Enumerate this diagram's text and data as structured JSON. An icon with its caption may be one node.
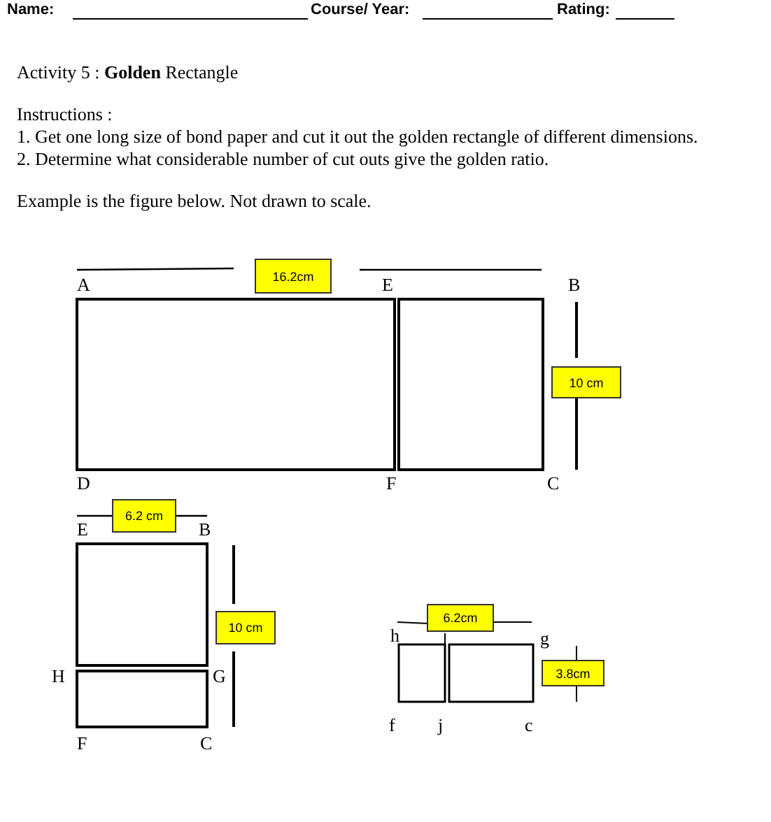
{
  "diagram": {
    "title": "Activity 5 : **Golden** Rectangle",
    "nodes": [
      {
        "text": [
          "16.2cm"
        ]
      },
      {
        "text": [
          "10 cm"
        ]
      },
      {
        "text": [
          "6.2 cm"
        ]
      },
      {
        "text": [
          "10 cm"
        ]
      },
      {
        "text": [
          "6.2cm"
        ]
      },
      {
        "text": [
          "3.8cm"
        ]
      }
    ],
    "labels": [
      "Name:",
      "Course/ Year:",
      "Rating:",
      "Instructions :",
      "1. Get one long size of bond paper and cut it out the golden rectangle of different dimensions.",
      "2. Determine what considerable number of cut outs give the golden ratio.",
      "Example is the figure below. Not drawn to scale.",
      "A",
      "E",
      "B",
      "D",
      "F",
      "C",
      "E",
      "B",
      "H",
      "G",
      "F",
      "C",
      "h",
      "g",
      "f",
      "j",
      "c"
    ]
  }
}
